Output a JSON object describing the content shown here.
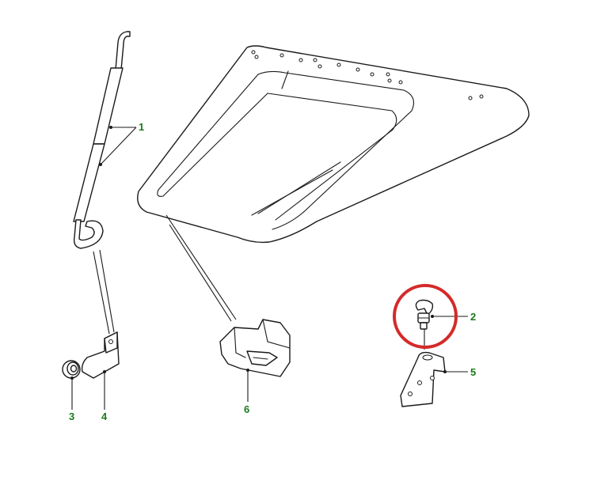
{
  "callouts": [
    {
      "id": "1",
      "label": "1"
    },
    {
      "id": "2",
      "label": "2"
    },
    {
      "id": "3",
      "label": "3"
    },
    {
      "id": "4",
      "label": "4"
    },
    {
      "id": "5",
      "label": "5"
    },
    {
      "id": "6",
      "label": "6"
    }
  ],
  "colors": {
    "callout_text": "#1a7a1a",
    "highlight_circle": "#d42a2a",
    "line": "#1a1a1a"
  }
}
